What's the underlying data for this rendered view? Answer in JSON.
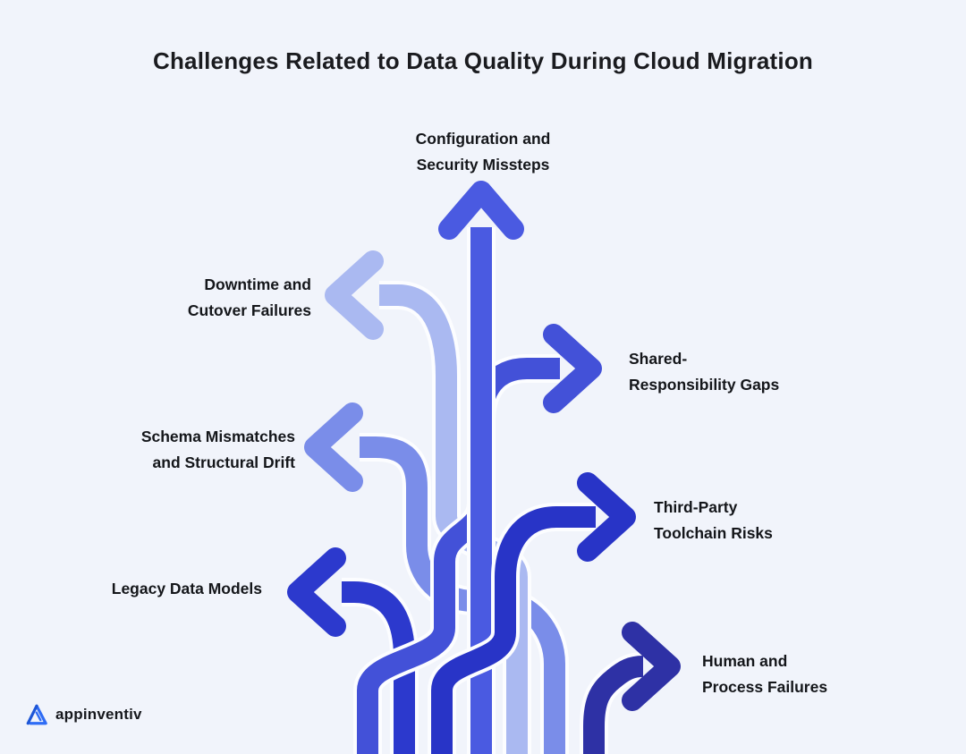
{
  "title": "Challenges Related to Data Quality During Cloud Migration",
  "diagram": {
    "background": "#f1f4fb",
    "casing_color": "#fcfdff",
    "items": [
      {
        "id": "configuration",
        "direction": "up",
        "color": "#4a5ae1",
        "label_lines": [
          "Configuration and",
          "Security Missteps"
        ]
      },
      {
        "id": "downtime",
        "direction": "left",
        "color": "#aab9f1",
        "label_lines": [
          "Downtime and",
          "Cutover Failures"
        ]
      },
      {
        "id": "shared",
        "direction": "right",
        "color": "#4351d8",
        "label_lines": [
          "Shared-",
          "Responsibility Gaps"
        ]
      },
      {
        "id": "schema",
        "direction": "left",
        "color": "#7a8de9",
        "label_lines": [
          "Schema Mismatches",
          "and Structural Drift"
        ]
      },
      {
        "id": "third_party",
        "direction": "right",
        "color": "#2834c7",
        "label_lines": [
          "Third-Party",
          "Toolchain Risks"
        ]
      },
      {
        "id": "legacy",
        "direction": "left",
        "color": "#2c39cd",
        "label_lines": [
          "Legacy Data Models"
        ]
      },
      {
        "id": "human",
        "direction": "right",
        "color": "#2e31a5",
        "label_lines": [
          "Human and",
          "Process Failures"
        ]
      }
    ]
  },
  "footer": {
    "logo_text": "appinventiv",
    "logo_color": "#2f6cf5"
  }
}
